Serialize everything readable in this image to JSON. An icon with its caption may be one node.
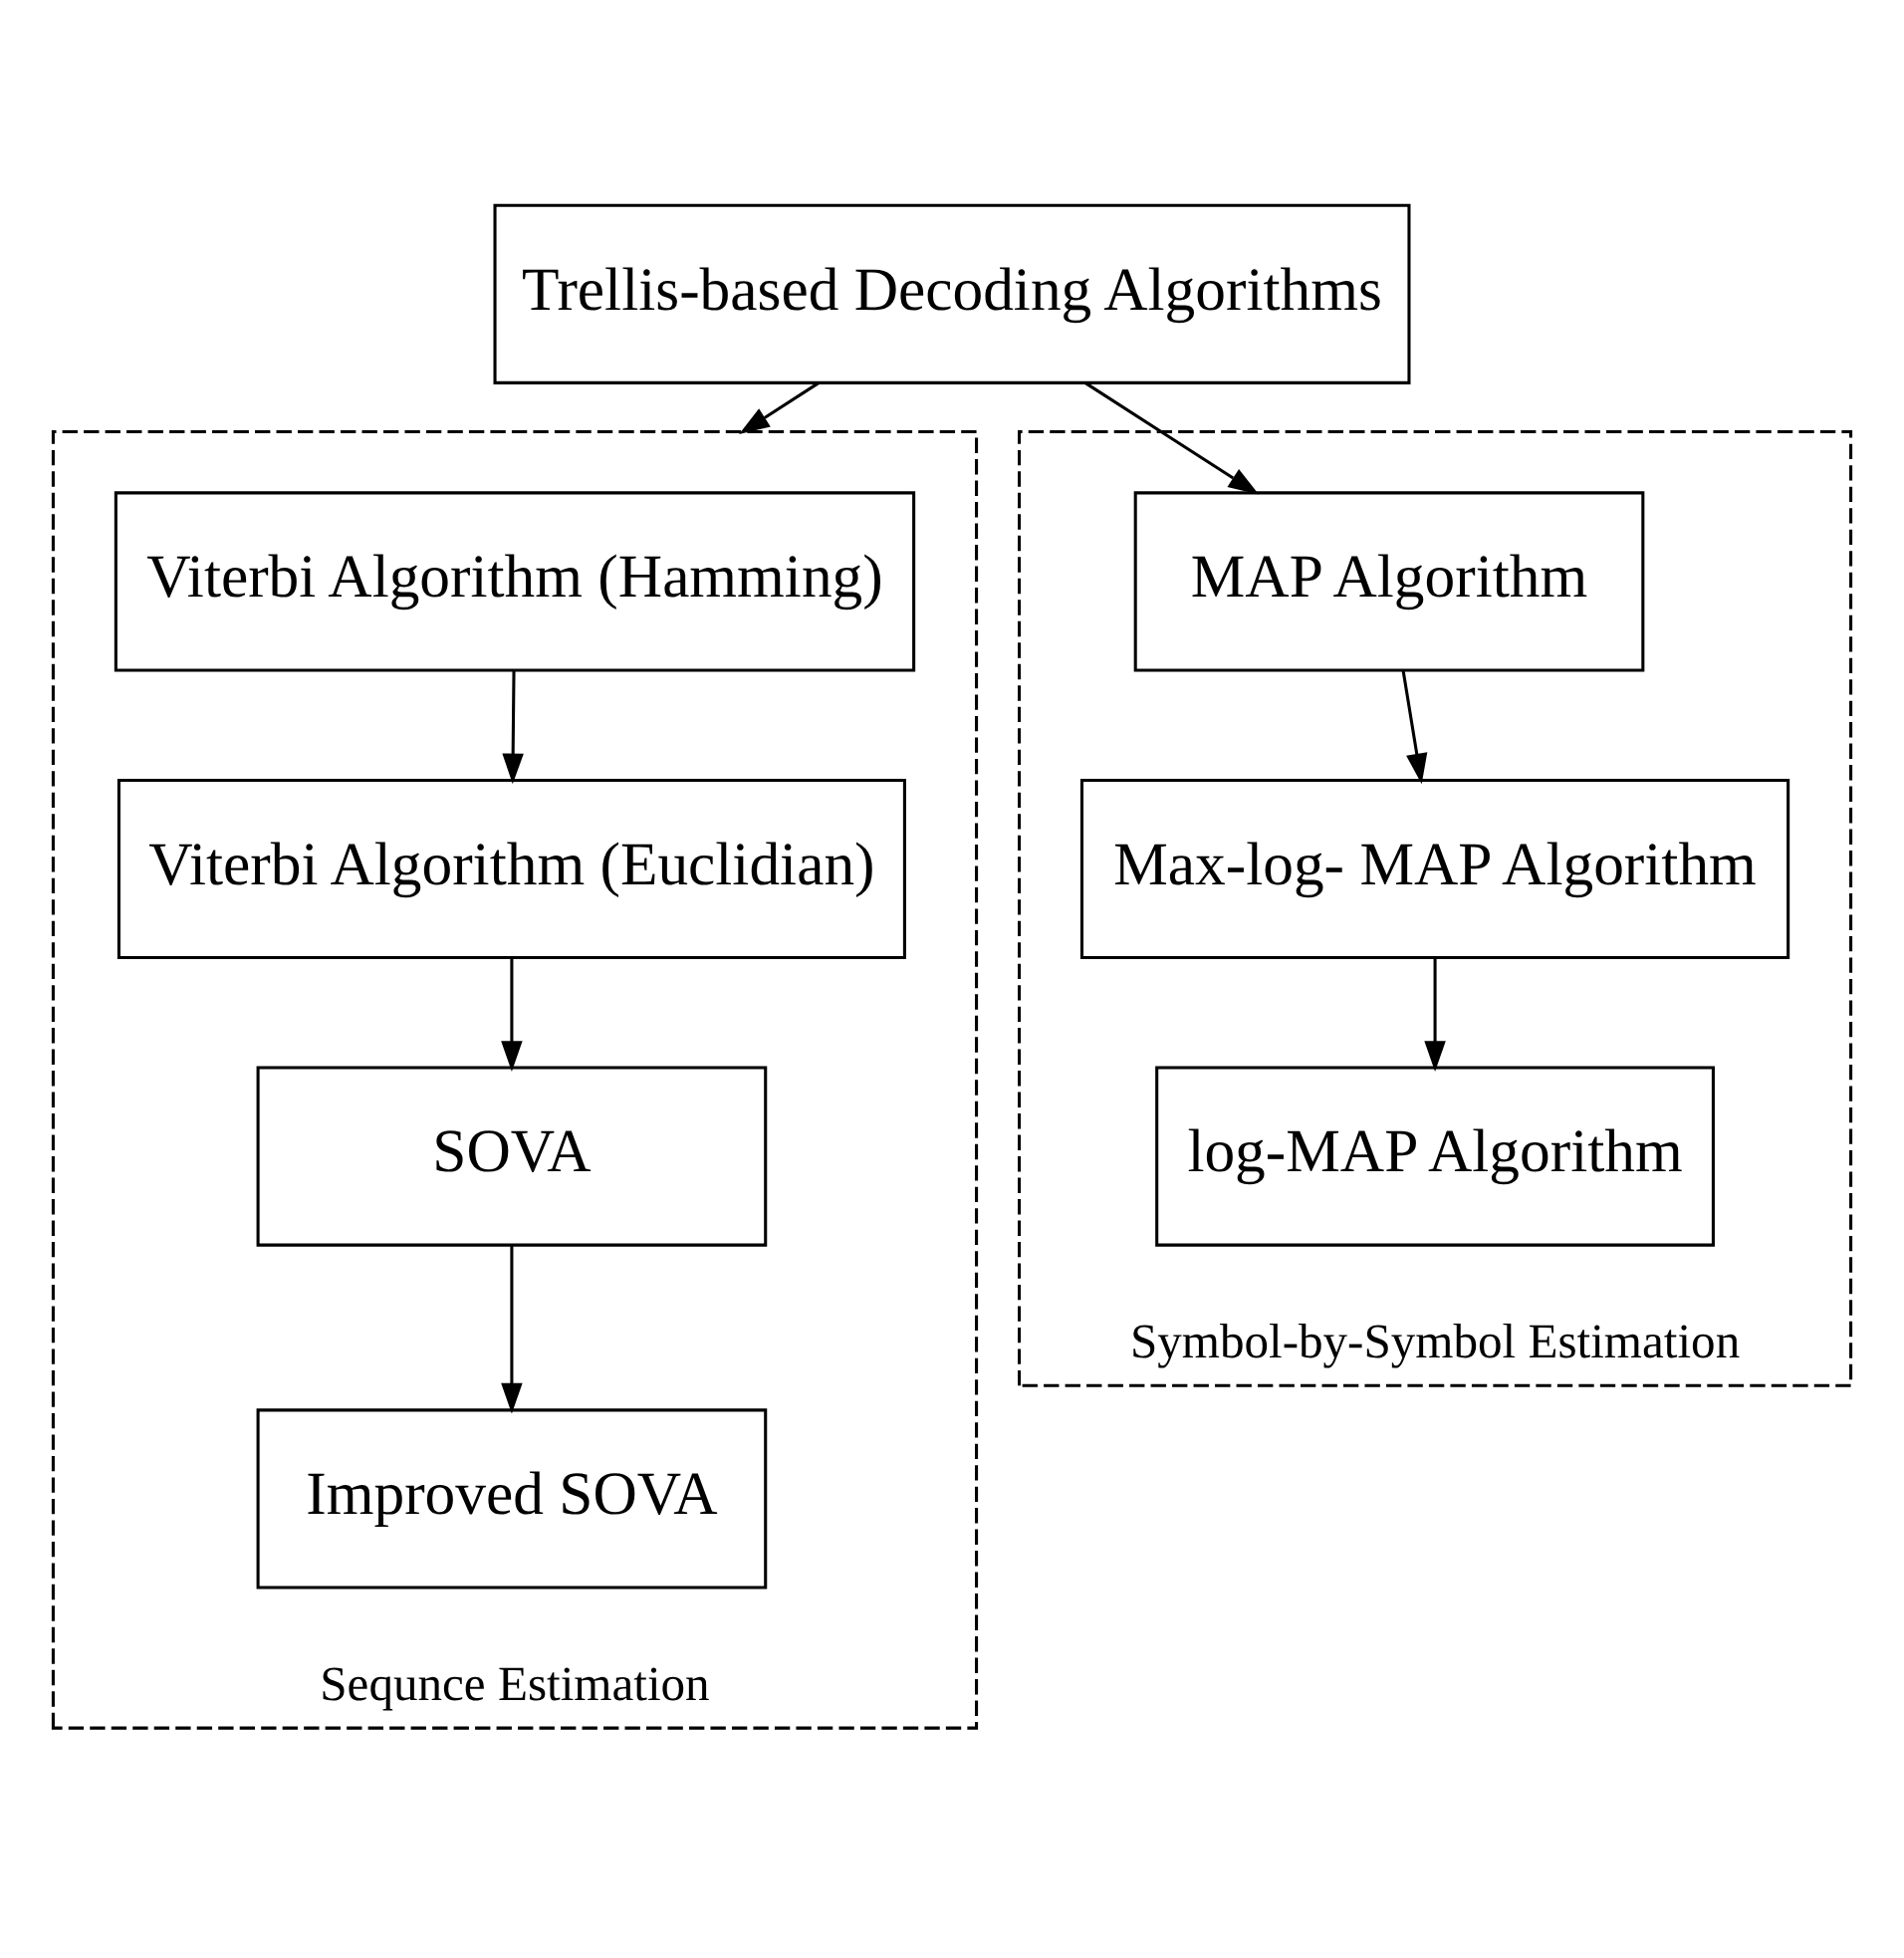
{
  "diagram": {
    "nodes": [
      {
        "text": [
          "Trellis-based Decoding Algorithms"
        ]
      },
      {
        "text": [
          "Sequnce Estimation"
        ]
      },
      {
        "text": [
          "Viterbi Algorithm (Hamming)"
        ],
        "in": 1
      },
      {
        "text": [
          "Viterbi Algorithm (Euclidian)"
        ],
        "in": 1
      },
      {
        "text": [
          "SOVA"
        ],
        "in": 1
      },
      {
        "text": [
          "Improved SOVA"
        ],
        "in": 1
      },
      {
        "text": [
          "Symbol-by-Symbol Estimation"
        ]
      },
      {
        "text": [
          "MAP Algorithm"
        ],
        "in": 6
      },
      {
        "text": [
          "Max-log- MAP Algorithm"
        ],
        "in": 6
      },
      {
        "text": [
          "log-MAP Algorithm"
        ],
        "in": 6
      }
    ],
    "edges": [
      {
        "from": 0,
        "to": 1,
        "arrow": "to"
      },
      {
        "from": 0,
        "to": 7,
        "arrow": "to"
      },
      {
        "from": 2,
        "to": 3,
        "arrow": "to"
      },
      {
        "from": 3,
        "to": 4,
        "arrow": "to"
      },
      {
        "from": 4,
        "to": 5,
        "arrow": "to"
      },
      {
        "from": 7,
        "to": 8,
        "arrow": "to"
      },
      {
        "from": 8,
        "to": 9,
        "arrow": "to"
      }
    ]
  }
}
